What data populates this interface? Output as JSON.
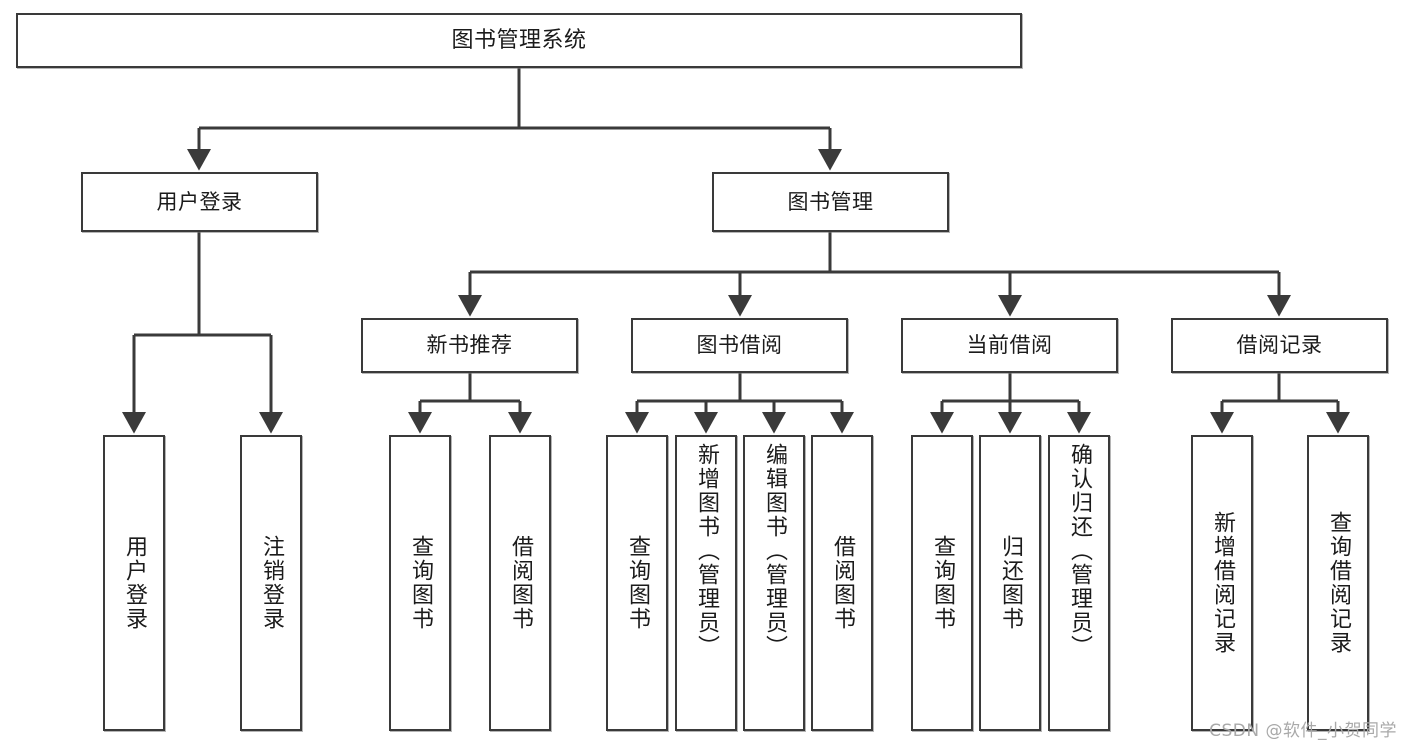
{
  "diagram": {
    "title": "图书管理系统",
    "type": "tree-hierarchy-chart",
    "watermark": "CSDN @软件_小贺同学",
    "colors": {
      "box_border": "#3a3a3a",
      "box_fill": "#ffffff",
      "edge": "#3a3a3a",
      "text": "#1b1b1b",
      "watermark": "#a9a9a9"
    },
    "levels": {
      "root": {
        "label": "图书管理系统"
      },
      "level2": [
        {
          "label": "用户登录"
        },
        {
          "label": "图书管理"
        }
      ],
      "level3": [
        {
          "label": "新书推荐"
        },
        {
          "label": "图书借阅"
        },
        {
          "label": "当前借阅"
        },
        {
          "label": "借阅记录"
        }
      ]
    },
    "nodes": {
      "root": "图书管理系统",
      "user_login": "用户登录",
      "book_manage": "图书管理",
      "new_book_rec": "新书推荐",
      "book_borrow": "图书借阅",
      "current_borrow": "当前借阅",
      "borrow_record": "借阅记录",
      "leaf_user_login": "用户登录",
      "leaf_user_logout": "注销登录",
      "leaf_query_book_1": "查询图书",
      "leaf_borrow_book_1": "借阅图书",
      "leaf_query_book_2": "查询图书",
      "leaf_add_book_admin": "新增图书（管理员）",
      "leaf_edit_book_admin": "编辑图书（管理员）",
      "leaf_borrow_book_2": "借阅图书",
      "leaf_query_book_3": "查询图书",
      "leaf_return_book": "归还图书",
      "leaf_confirm_return_admin": "确认归还（管理员）",
      "leaf_add_borrow_record": "新增借阅记录",
      "leaf_query_borrow_record": "查询借阅记录"
    }
  }
}
